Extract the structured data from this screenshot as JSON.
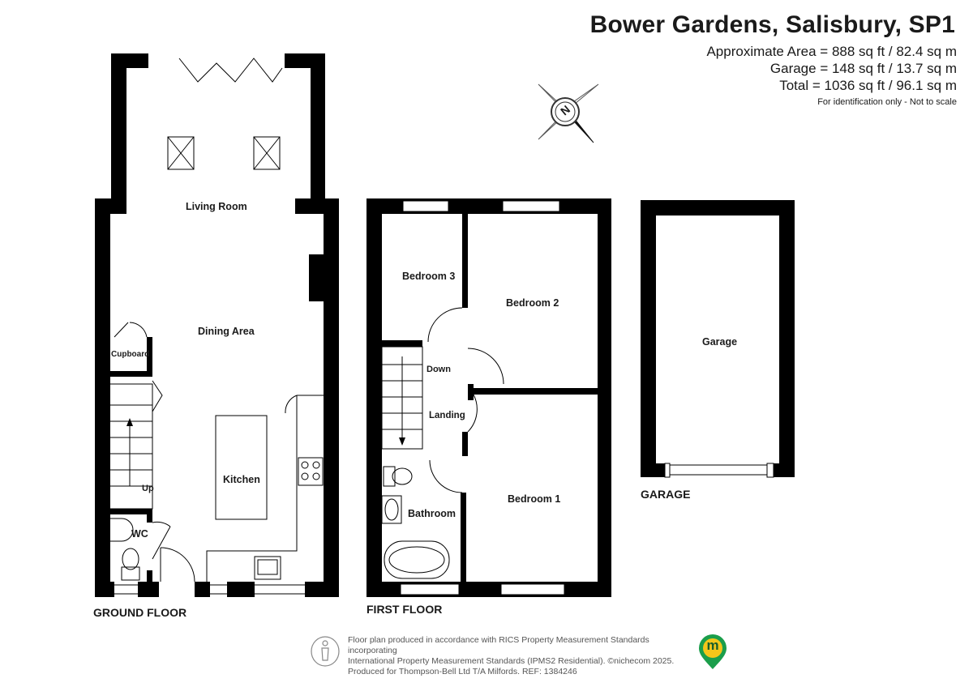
{
  "header": {
    "title": "Bower Gardens, Salisbury, SP1",
    "approx_area": "Approximate Area = 888 sq ft / 82.4 sq m",
    "garage_area": "Garage = 148 sq ft / 13.7 sq m",
    "total_area": "Total = 1036 sq ft / 96.1 sq m",
    "note": "For identification only - Not to scale"
  },
  "compass": {
    "label": "N"
  },
  "ground_floor": {
    "label": "GROUND FLOOR",
    "rooms": {
      "living_room": "Living Room",
      "dining_area": "Dining Area",
      "cupboard": "Cupboard",
      "kitchen": "Kitchen",
      "wc": "WC",
      "stairs_up": "Up"
    }
  },
  "first_floor": {
    "label": "FIRST FLOOR",
    "rooms": {
      "bedroom3": "Bedroom 3",
      "bedroom2": "Bedroom 2",
      "bedroom1": "Bedroom 1",
      "landing": "Landing",
      "stairs_down": "Down",
      "bathroom": "Bathroom"
    }
  },
  "garage": {
    "label": "GARAGE",
    "room": "Garage"
  },
  "footer": {
    "line1": "Floor plan produced in accordance with RICS Property Measurement Standards incorporating",
    "line2": "International Property Measurement Standards (IPMS2 Residential).  ©nichecom 2025.",
    "line3": "Produced for Thompson-Bell Ltd T/A Milfords.   REF: 1384246",
    "logo_letter": "m"
  },
  "colors": {
    "wall": "#000000",
    "logo_green": "#1b9e4b",
    "text": "#1a1a1a"
  }
}
